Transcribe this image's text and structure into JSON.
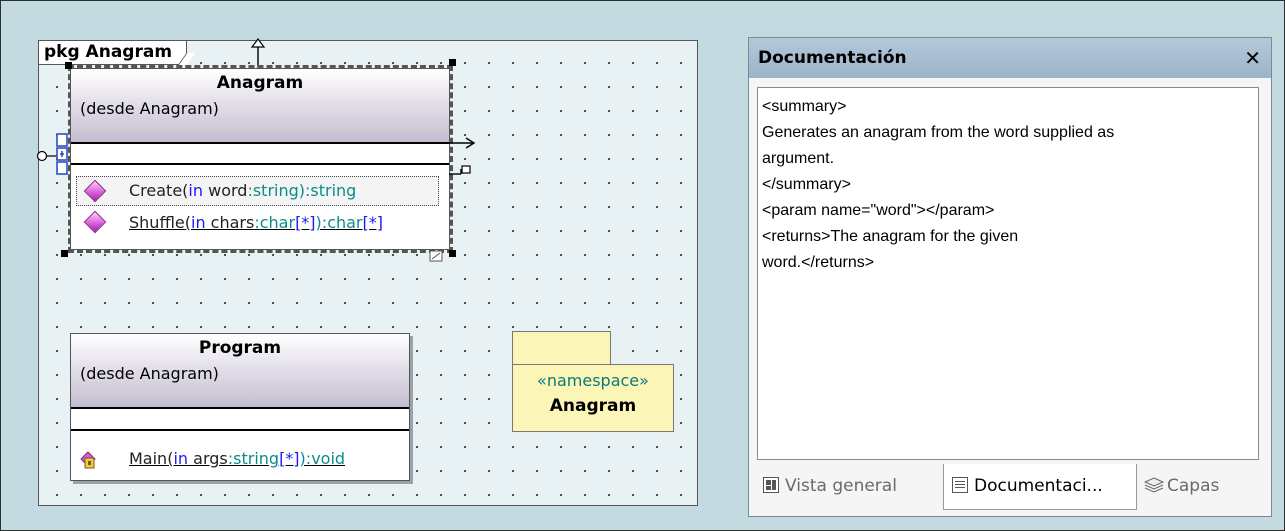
{
  "package": {
    "tab_label": "pkg Anagram"
  },
  "classes": {
    "anagram": {
      "name": "Anagram",
      "from": "(desde Anagram)",
      "operations": [
        {
          "name": "Create",
          "open": "(",
          "kw": "in",
          "param": " word",
          "colon": ":",
          "ptype": "string",
          "close": "):",
          "rtype": "string"
        },
        {
          "name": "Shuffle",
          "open": "(",
          "kw": "in",
          "param": " chars",
          "colon": ":",
          "ptype": "char",
          "mult": "[*]",
          "close": "):",
          "rtype": "char",
          "rmult": "[*]"
        }
      ]
    },
    "program": {
      "name": "Program",
      "from": "(desde Anagram)",
      "operations": [
        {
          "name": "Main",
          "open": "(",
          "kw": "in",
          "param": " args",
          "colon": ":",
          "ptype": "string",
          "mult": "[*]",
          "close": "):",
          "rtype": "void"
        }
      ]
    }
  },
  "namespace": {
    "stereotype": "«namespace»",
    "name": "Anagram"
  },
  "documentation": {
    "title": "Documentación",
    "close": "✕",
    "lines": [
      "<summary>",
      "Generates an anagram from the word supplied as",
      "argument.",
      "</summary>",
      "<param name=\"word\"></param>",
      "<returns>The anagram for the given",
      "word.</returns>"
    ],
    "tabs": [
      {
        "label": "Vista general",
        "icon": "overview-icon"
      },
      {
        "label": "Documentaci...",
        "icon": "documentation-icon"
      },
      {
        "label": "Capas",
        "icon": "layers-icon"
      }
    ]
  },
  "colors": {
    "keyword": "#1a1aff",
    "type": "#0a8c8c",
    "namespace_fill": "#fbf6b8",
    "title_bar": "#9cb3c9"
  }
}
